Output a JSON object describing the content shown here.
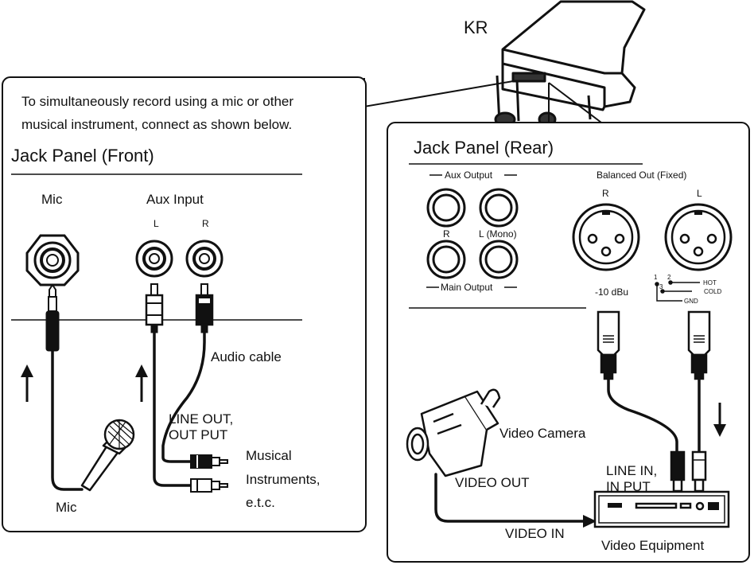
{
  "title": "KR",
  "intro": {
    "line1": "To simultaneously record using a mic or other",
    "line2": "musical instrument, connect as shown below."
  },
  "front_panel": {
    "heading": "Jack Panel (Front)",
    "mic_label": "Mic",
    "aux_input_label": "Aux Input",
    "aux_l": "L",
    "aux_r": "R",
    "audio_cable": "Audio cable",
    "line_out_1": "LINE OUT,",
    "line_out_2": "OUT PUT",
    "musical_1": "Musical",
    "musical_2": "Instruments,",
    "musical_3": "e.t.c.",
    "mic_bottom": "Mic"
  },
  "rear_panel": {
    "heading": "Jack Panel (Rear)",
    "aux_output": "Aux Output",
    "r_label": "R",
    "l_mono": "L (Mono)",
    "main_output": "Main Output",
    "balanced_out": "Balanced Out (Fixed)",
    "bal_r": "R",
    "bal_l": "L",
    "dbu": "-10 dBu",
    "pin1": "1",
    "pin2": "2",
    "pin3": "3",
    "hot": "HOT",
    "cold": "COLD",
    "gnd": "GND",
    "video_camera": "Video Camera",
    "video_out": "VIDEO OUT",
    "video_in": "VIDEO IN",
    "line_in_1": "LINE IN,",
    "line_in_2": "IN PUT",
    "video_equipment": "Video Equipment"
  }
}
